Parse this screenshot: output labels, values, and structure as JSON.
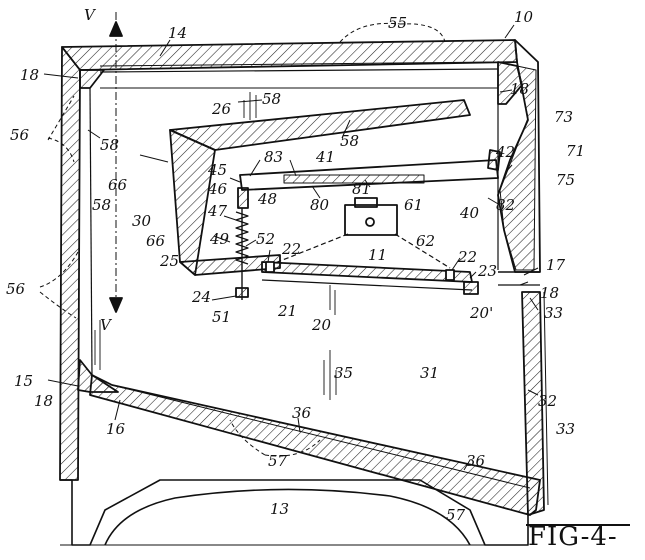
{
  "figure_label": "FIG-4-",
  "section_mark": "V",
  "reference_numerals": {
    "n10": "10",
    "n11": "11",
    "n13": "13",
    "n14": "14",
    "n15": "15",
    "n16": "16",
    "n17": "17",
    "n18": "18",
    "n20": "20",
    "n20p": "20'",
    "n21": "21",
    "n22": "22",
    "n23": "23",
    "n24": "24",
    "n25": "25",
    "n26": "26",
    "n30": "30",
    "n31": "31",
    "n32": "32",
    "n33": "33",
    "n35": "35",
    "n36": "36",
    "n40": "40",
    "n41": "41",
    "n42": "42",
    "n45": "45",
    "n46": "46",
    "n47": "47",
    "n48": "48",
    "n49": "49",
    "n51": "51",
    "n52": "52",
    "n55": "55",
    "n56": "56",
    "n57": "57",
    "n58": "58",
    "n61": "61",
    "n62": "62",
    "n66": "66",
    "n71": "71",
    "n73": "73",
    "n75": "75",
    "n80": "80",
    "n81": "81",
    "n82": "82",
    "n83": "83"
  }
}
